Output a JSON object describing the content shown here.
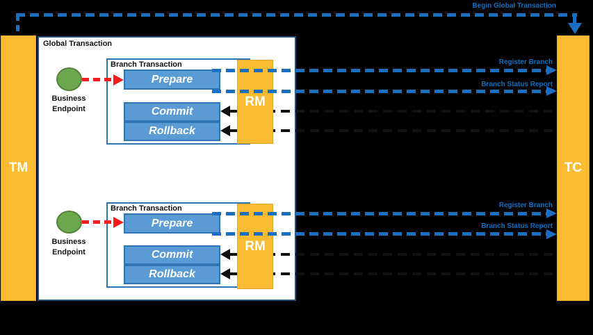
{
  "diagram": {
    "begin_global_transaction": "Begin Global Transaction",
    "global_transaction": "Global Transaction",
    "tm": "TM",
    "tc": "TC",
    "branches": [
      {
        "branch_label": "Branch Transaction",
        "endpoint_line1": "Business",
        "endpoint_line2": "Endpoint",
        "prepare": "Prepare",
        "commit": "Commit",
        "rollback": "Rollback",
        "rm": "RM",
        "register_branch": "Register Branch",
        "branch_status_report": "Branch Status Report"
      },
      {
        "branch_label": "Branch Transaction",
        "endpoint_line1": "Business",
        "endpoint_line2": "Endpoint",
        "prepare": "Prepare",
        "commit": "Commit",
        "rollback": "Rollback",
        "rm": "RM",
        "register_branch": "Register Branch",
        "branch_status_report": "Branch Status Report"
      }
    ],
    "colors": {
      "bg": "#000000",
      "panel": "#ffffff",
      "orange": "#FBBB32",
      "orange_border": "#DFA32B",
      "blue_fill": "#5B9BD5",
      "blue_border": "#2E75B6",
      "global_border": "#25507E",
      "dash_blue": "#1B6FC0",
      "label_blue": "#0A70C1",
      "green": "#6BA84E",
      "green_border": "#54823A",
      "red": "#F51D1D",
      "ink": "#111111"
    }
  }
}
